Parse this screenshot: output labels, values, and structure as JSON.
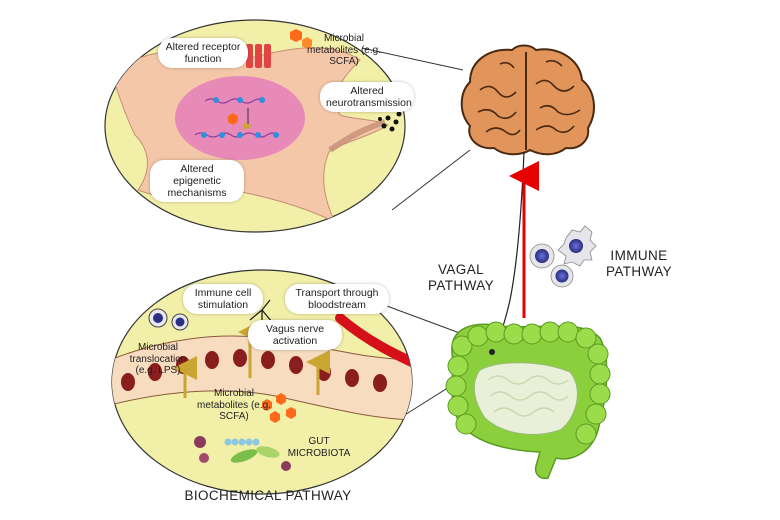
{
  "labels": {
    "altered_receptor": "Altered receptor function",
    "microbial_metabolites_top": "Microbial metabolites (e.g. SCFA)",
    "altered_neuro": "Altered neurotransmission",
    "altered_epigenetic": "Altered epigenetic mechanisms",
    "immune_cell_stim": "Immune cell stimulation",
    "transport": "Transport through bloodstream",
    "vagus_activation": "Vagus nerve activation",
    "microbial_translocation": "Microbial translocation (e.g. LPS)",
    "microbial_metabolites_bottom": "Microbial metabolites (e.g. SCFA)",
    "gut_microbiota": "GUT MICROBIOTA",
    "vagal_pathway": "VAGAL PATHWAY",
    "immune_pathway": "IMMUNE PATHWAY",
    "biochemical_pathway": "BIOCHEMICAL PATHWAY"
  },
  "colors": {
    "circle_fill": "#f2efa8",
    "cell_body": "#f4c7a8",
    "nucleus": "#e88ab7",
    "brain": "#e2955a",
    "colon": "#8bcf3d",
    "arrow": "#e60000",
    "vessel": "#d6101a",
    "immune_cell": "#2b2f86"
  }
}
